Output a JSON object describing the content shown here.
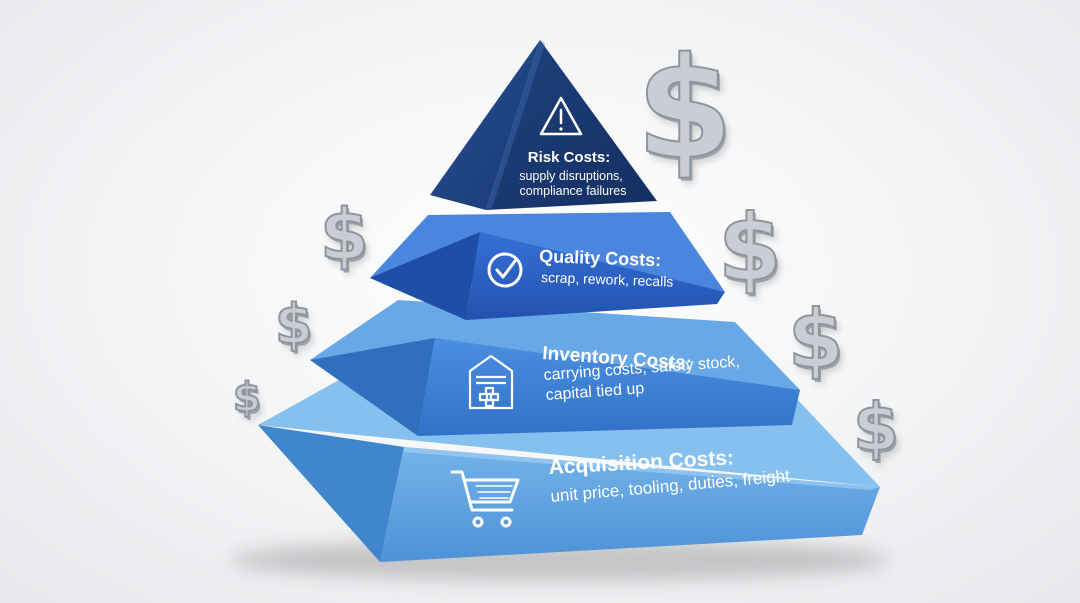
{
  "tiers": [
    {
      "id": "risk",
      "title": "Risk Costs:",
      "lines": [
        "supply disruptions,",
        "compliance failures"
      ],
      "icon": "warning-triangle-icon",
      "color": "#1f3f7f"
    },
    {
      "id": "quality",
      "title": "Quality Costs:",
      "lines": [
        "scrap, rework, recalls"
      ],
      "icon": "checkmark-circle-icon",
      "color": "#2a5fc4"
    },
    {
      "id": "inventory",
      "title": "Inventory Costs:",
      "lines": [
        "carrying costs, safety stock,",
        "capital tied up"
      ],
      "icon": "warehouse-icon",
      "color": "#3a7fd0"
    },
    {
      "id": "acquisition",
      "title": "Acquisition Costs:",
      "lines": [
        "unit price, tooling, duties, freight"
      ],
      "icon": "shopping-cart-icon",
      "color": "#5fa3dc"
    }
  ],
  "decorations": {
    "symbol": "$",
    "icon": "dollar-sign-icon",
    "color": "#c0c5cb"
  }
}
